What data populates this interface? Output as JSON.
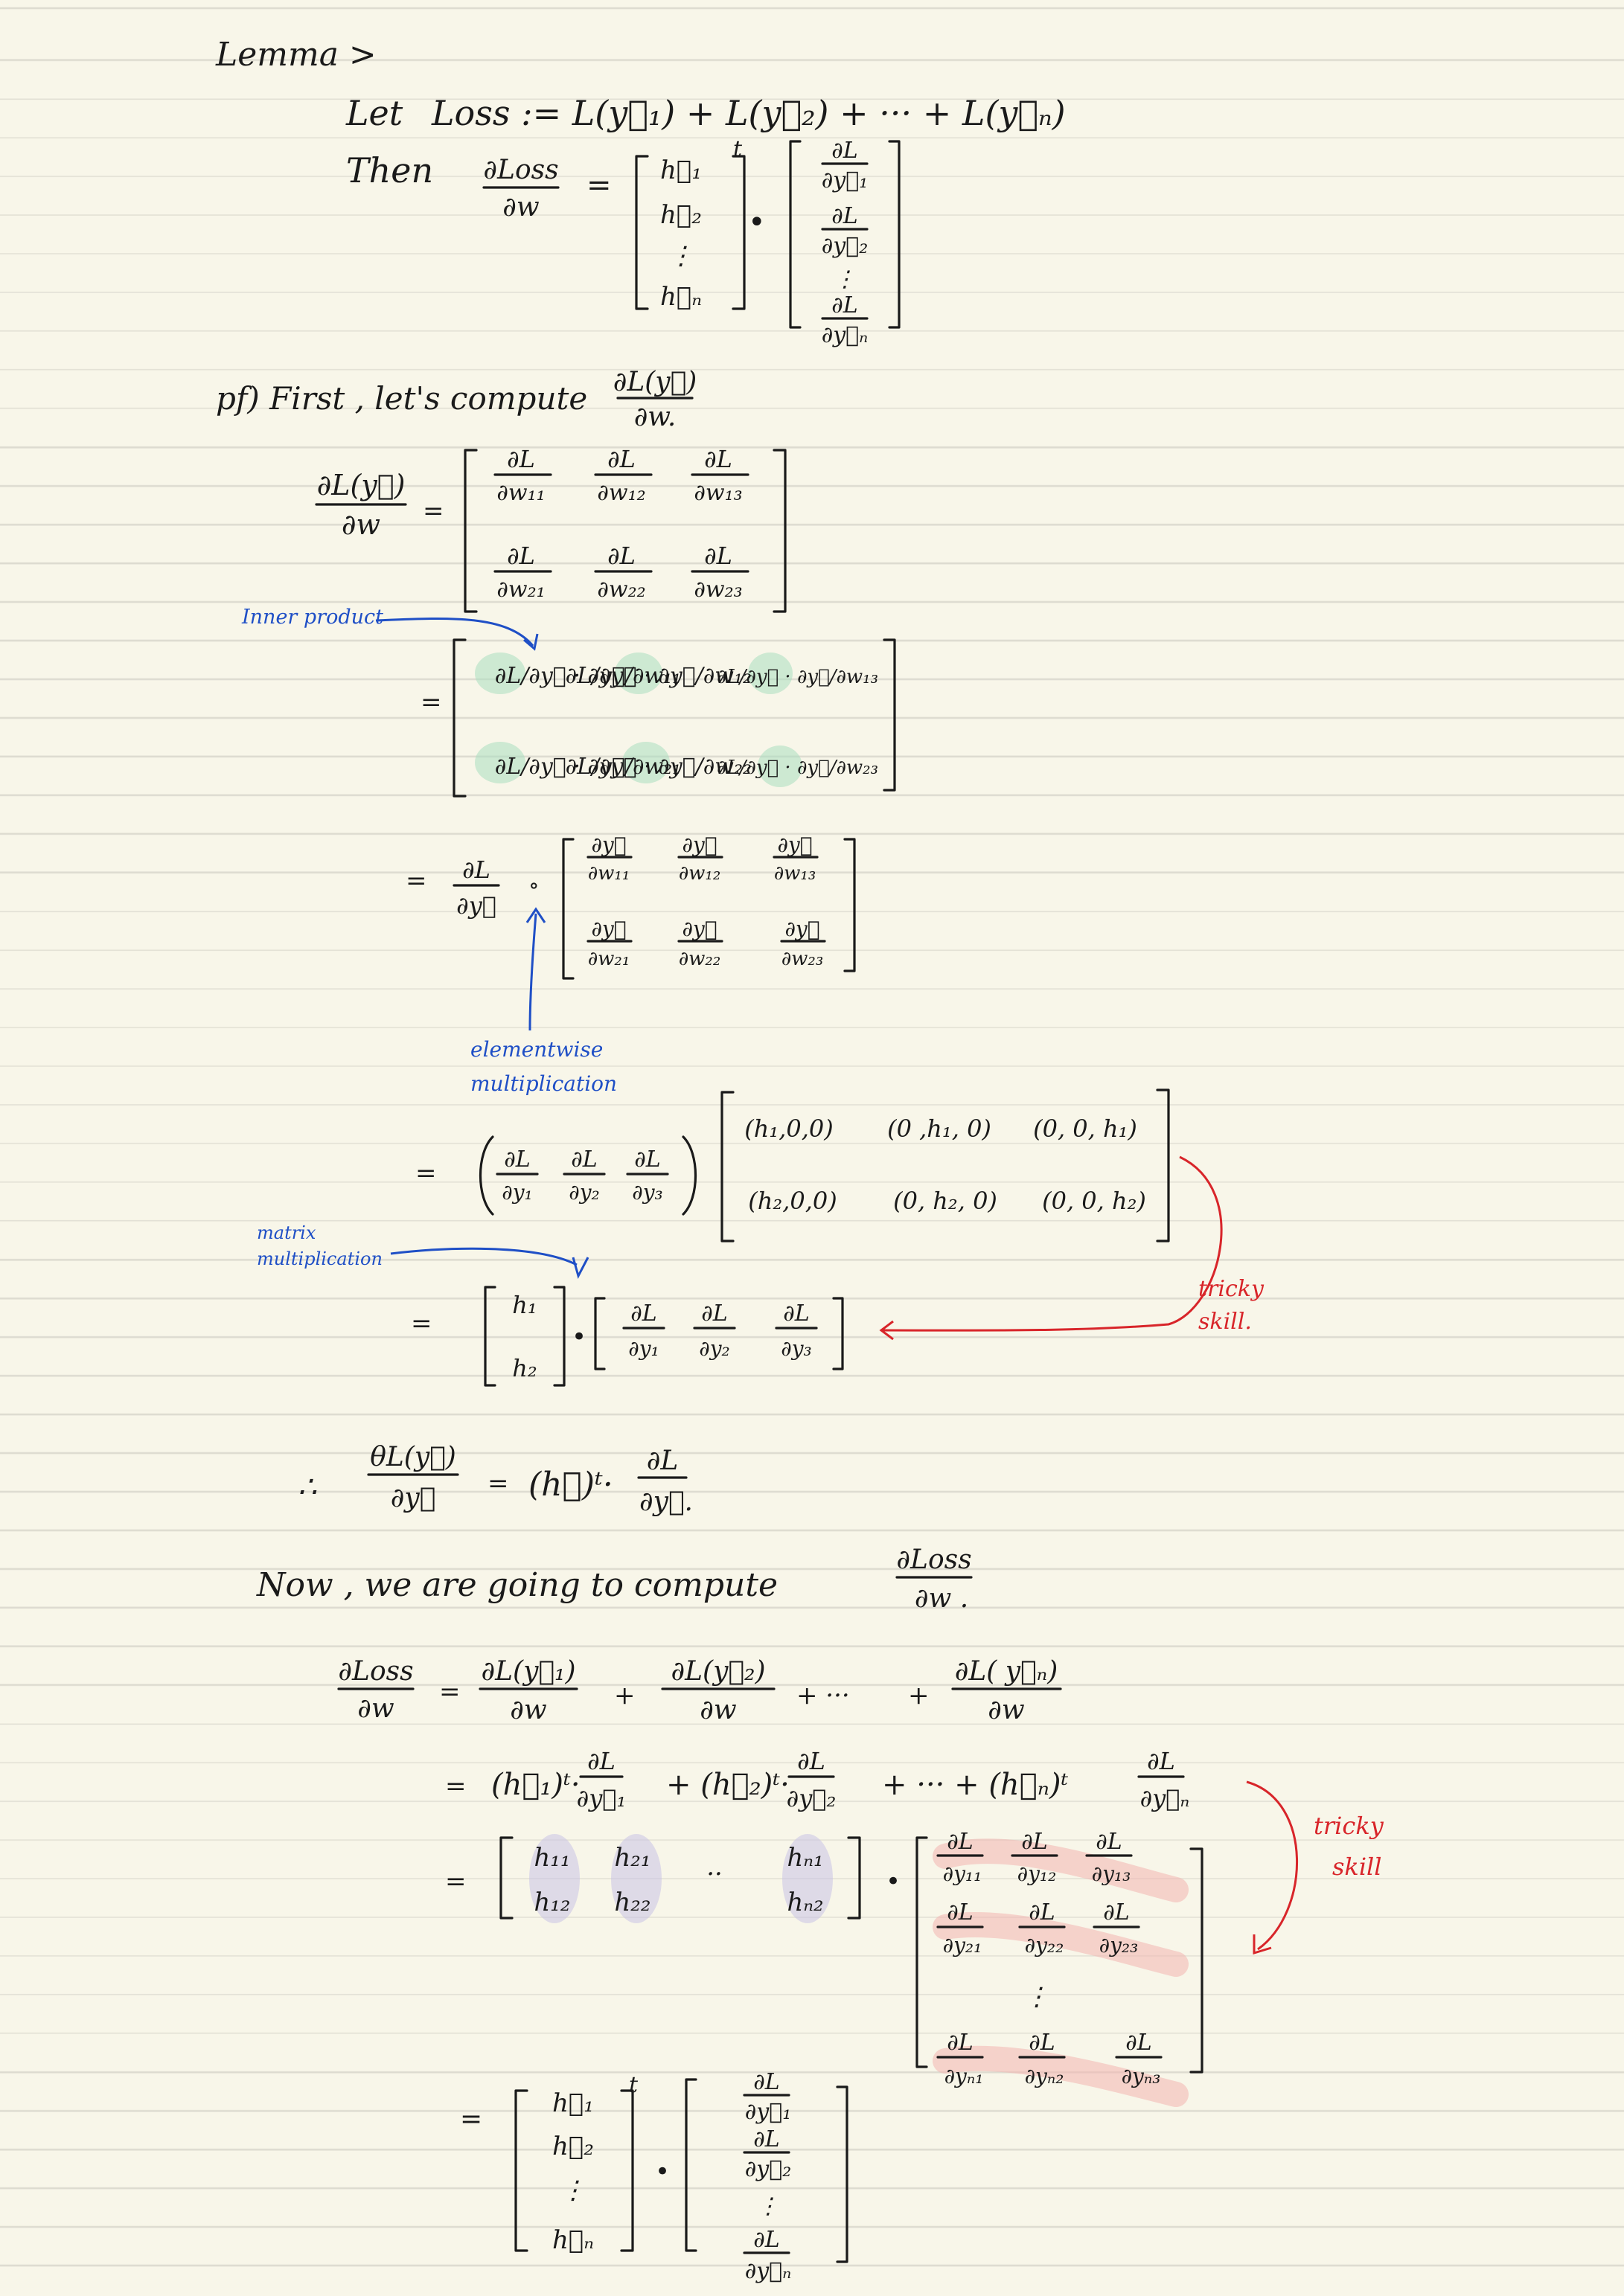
{
  "header": {
    "label": "Lemma >"
  },
  "lemma": {
    "let_word": "Let",
    "loss_def": "Loss := L(y⃗₁) + L(y⃗₂) + ··· + L(y⃗ₙ)",
    "then_word": "Then",
    "lhs_num": "∂Loss",
    "lhs_den": "∂w",
    "h_vector": [
      "h⃗₁",
      "h⃗₂",
      "⋮",
      "h⃗ₙ"
    ],
    "transpose": "t",
    "dot": "•",
    "grad_num": "∂L",
    "grad_dens": [
      "∂y⃗₁",
      "∂y⃗₂",
      "⋮",
      "∂y⃗ₙ"
    ]
  },
  "proof": {
    "intro": "pf) First , let's compute",
    "intro_num": "∂L(y⃗)",
    "intro_den": "∂w.",
    "lhs_num": "∂L(y⃗)",
    "lhs_den": "∂w",
    "step1_num": "∂L",
    "step1_dens": [
      [
        "∂w₁₁",
        "∂w₁₂",
        "∂w₁₃"
      ],
      [
        "∂w₂₁",
        "∂w₂₂",
        "∂w₂₃"
      ]
    ],
    "step2_cells": [
      [
        "∂L/∂y⃗ · ∂y⃗/∂w₁₁",
        "∂L/∂y⃗ · ∂y⃗/∂w₁₂",
        "∂L/∂y⃗ · ∂y⃗/∂w₁₃"
      ],
      [
        "∂L/∂y⃗ · ∂y⃗/∂w₂₁",
        "∂L/∂y⃗ · ∂y⃗/∂w₂₂",
        "∂L/∂y⃗ · ∂y⃗/∂w₂₃"
      ]
    ],
    "step3_prefix_num": "∂L",
    "step3_prefix_den": "∂y⃗",
    "step3_op": "∘",
    "step3_num": "∂y⃗",
    "step3_dens": [
      [
        "∂w₁₁",
        "∂w₁₂",
        "∂w₁₃"
      ],
      [
        "∂w₂₁",
        "∂w₂₂",
        "∂w₂₃"
      ]
    ],
    "step4_row_num": "∂L",
    "step4_row_dens": [
      "∂y₁",
      "∂y₂",
      "∂y₃"
    ],
    "step4_matrix": [
      [
        "(h₁,0,0)",
        "(0 ,h₁, 0)",
        "(0, 0, h₁)"
      ],
      [
        "(h₂,0,0)",
        "(0, h₂, 0)",
        "(0, 0, h₂)"
      ]
    ],
    "step5_col": [
      "h₁",
      "h₂"
    ],
    "step5_dot": "•",
    "step5_row_num": "∂L",
    "step5_row_dens": [
      "∂y₁",
      "∂y₂",
      "∂y₃"
    ],
    "therefore": "∴",
    "conclusion_lhs_num": "θL(y⃗)",
    "conclusion_lhs_den": "∂y⃗",
    "conclusion_rhs": "(h⃗)ᵗ·",
    "conclusion_frac_num": "∂L",
    "conclusion_frac_den": "∂y⃗."
  },
  "now": {
    "text": "Now , we are going to compute",
    "frac_num": "∂Loss",
    "frac_den": "∂w .",
    "lhs_num": "∂Loss",
    "lhs_den": "∂w",
    "sum_nums": [
      "∂L(y⃗₁)",
      "∂L(y⃗₂)",
      "∂L( y⃗ₙ)"
    ],
    "sum_den": "∂w",
    "plus": "+",
    "dots": "+ ···",
    "line2": [
      "(h⃗₁)ᵗ·",
      "+ (h⃗₂)ᵗ·",
      "+  ···  + (h⃗ₙ)ᵗ"
    ],
    "line2_num": "∂L",
    "line2_dens": [
      "∂y⃗₁",
      "∂y⃗₂",
      "∂y⃗ₙ"
    ],
    "hmatrix_row1": [
      "h₁₁",
      "h₂₁",
      "··",
      "hₙ₁"
    ],
    "hmatrix_row2": [
      "h₁₂",
      "h₂₂",
      "",
      "hₙ₂"
    ],
    "grad_num": "∂L",
    "grad_dens": [
      [
        "∂y₁₁",
        "∂y₁₂",
        "∂y₁₃"
      ],
      [
        "∂y₂₁",
        "∂y₂₂",
        "∂y₂₃"
      ],
      [
        "∂yₙ₁",
        "∂yₙ₂",
        "∂yₙ₃"
      ]
    ],
    "vdots": "⋮",
    "final_h": [
      "h⃗₁",
      "h⃗₂",
      "⋮",
      "h⃗ₙ"
    ],
    "final_t": "t",
    "final_num": "∂L",
    "final_dens": [
      "∂y⃗₁",
      "∂y⃗₂",
      "⋮",
      "∂y⃗ₙ"
    ]
  },
  "annotations": {
    "inner_product": "Inner product",
    "elementwise_1": "elementwise",
    "elementwise_2": "multiplication",
    "matrix_mult_1": "matrix",
    "matrix_mult_2": "multiplication",
    "tricky_1": "tricky",
    "tricky_2": "skill.",
    "tricky2_1": "tricky",
    "tricky2_2": "skill"
  },
  "colors": {
    "ink": "#1a1a1a",
    "blue": "#1f4fc6",
    "red": "#d8252a",
    "green_highlight": "#a9dfc0",
    "pink_highlight": "#f3b5b0",
    "purple_highlight": "#c9c2e6",
    "paper": "#f8f6e9"
  }
}
